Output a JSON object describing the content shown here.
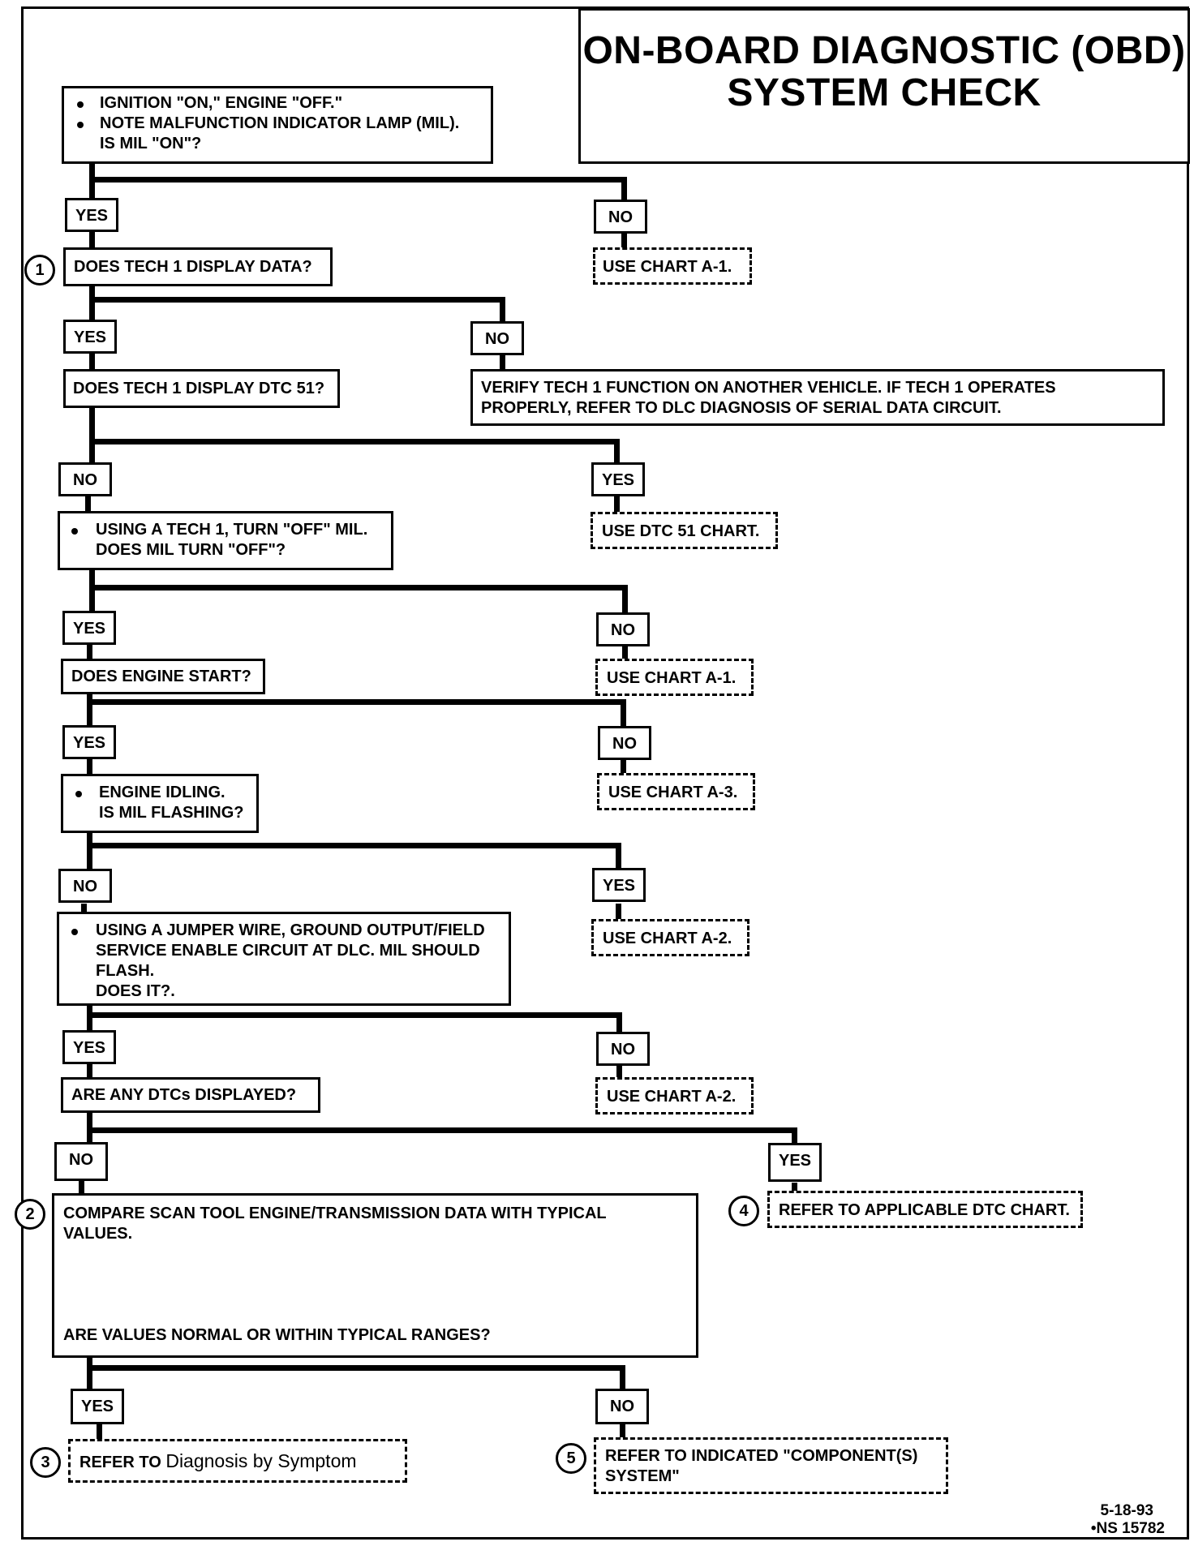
{
  "title": {
    "line1": "ON-BOARD DIAGNOSTIC (OBD)",
    "line2": "SYSTEM CHECK"
  },
  "steps": {
    "s1": {
      "bullet1": "IGNITION \"ON,\" ENGINE \"OFF.\"",
      "bullet2": "NOTE MALFUNCTION INDICATOR LAMP (MIL).",
      "line3": "IS MIL \"ON\"?"
    },
    "s2": {
      "text": "DOES TECH 1 DISPLAY DATA?"
    },
    "s3": {
      "text": "DOES TECH 1 DISPLAY DTC 51?"
    },
    "s4": {
      "bullet": "USING A TECH 1, TURN \"OFF\" MIL.",
      "line2": "DOES MIL TURN \"OFF\"?"
    },
    "s5": {
      "text": "DOES ENGINE START?"
    },
    "s6": {
      "bullet": "ENGINE IDLING.",
      "line2": "IS MIL FLASHING?"
    },
    "s7": {
      "bullet": "USING A JUMPER WIRE, GROUND OUTPUT/FIELD",
      "line2": "SERVICE ENABLE CIRCUIT AT DLC.  MIL SHOULD",
      "line3": "FLASH.",
      "line4": "DOES IT?."
    },
    "s8": {
      "text": "ARE ANY DTCs DISPLAYED?"
    },
    "s9": {
      "line1": "COMPARE SCAN TOOL ENGINE/TRANSMISSION DATA WITH TYPICAL",
      "line2": "VALUES.",
      "line3": "ARE VALUES NORMAL OR WITHIN TYPICAL RANGES?"
    }
  },
  "results": {
    "r1": "USE CHART A-1.",
    "r2": {
      "line1": "VERIFY TECH 1 FUNCTION ON ANOTHER VEHICLE.  IF TECH 1 OPERATES",
      "line2": "PROPERLY, REFER TO DLC  DIAGNOSIS OF SERIAL DATA CIRCUIT."
    },
    "r3": "USE DTC 51 CHART.",
    "r4": "USE CHART A-1.",
    "r5": "USE CHART A-3.",
    "r6": "USE CHART A-2.",
    "r7": "USE CHART A-2.",
    "r8": "REFER TO APPLICABLE DTC CHART.",
    "r9": {
      "prefix": "REFER TO",
      "suffix": "Diagnosis by Symptom"
    },
    "r10": {
      "line1": "REFER TO INDICATED \"COMPONENT(S)",
      "line2": "SYSTEM\""
    }
  },
  "labels": {
    "yes": "YES",
    "no": "NO"
  },
  "circles": {
    "c1": "1",
    "c2": "2",
    "c3": "3",
    "c4": "4",
    "c5": "5"
  },
  "footer": {
    "date": "5-18-93",
    "code": "•NS 15782"
  }
}
